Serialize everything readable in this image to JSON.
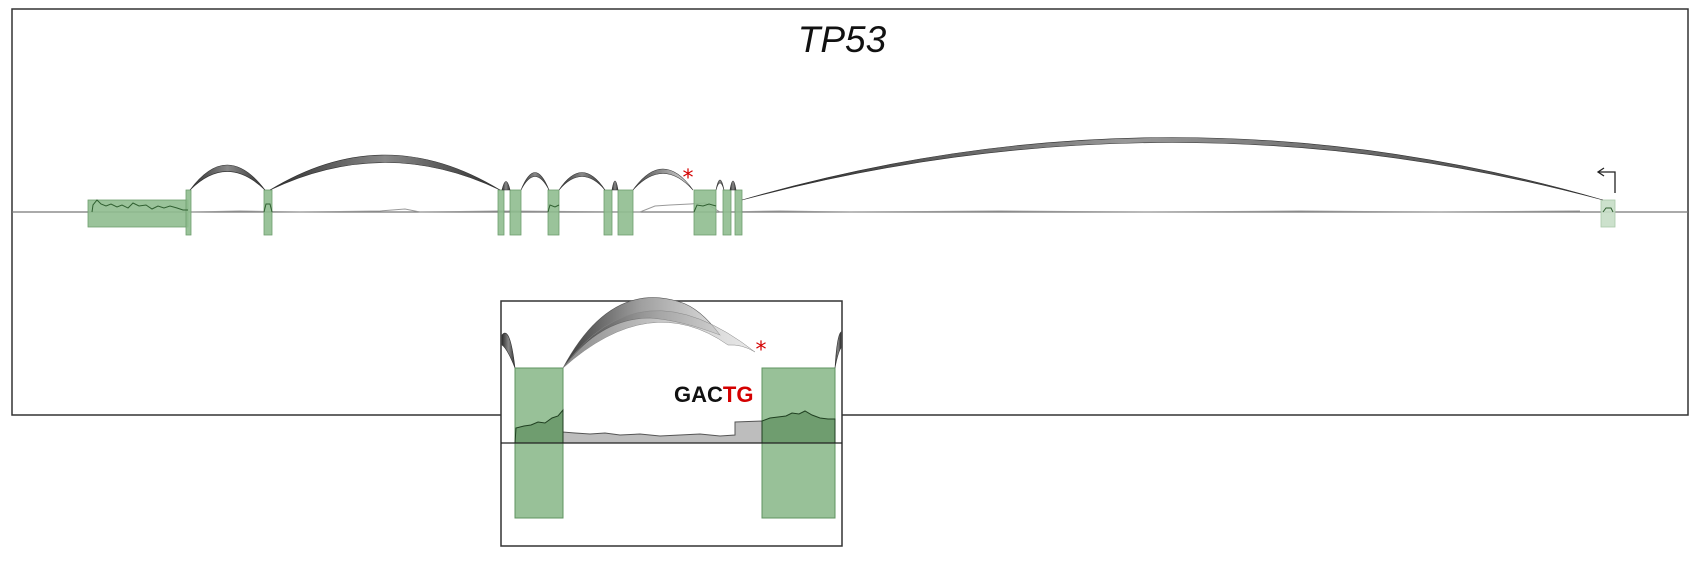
{
  "gene": "TP53",
  "splice_marker": "*",
  "sequence": {
    "normal": "GAC",
    "variant": "TG"
  },
  "colors": {
    "exon": "#8fbc8f",
    "exon_faded": "#c6dec6",
    "exon_stroke": "#5f9460",
    "marker": "#d40000",
    "coverage": "#b4b4b4",
    "axis": "#777777"
  }
}
